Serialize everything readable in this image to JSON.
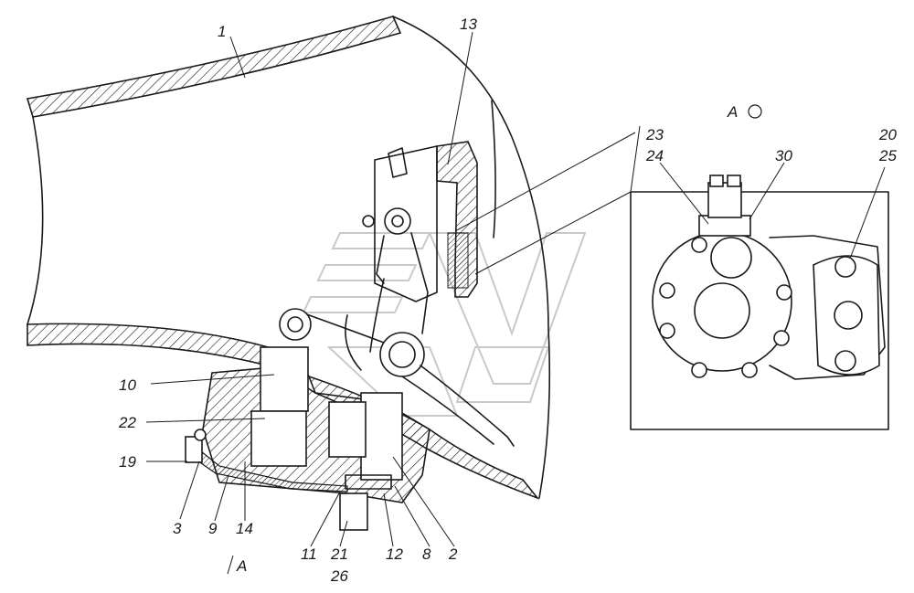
{
  "diagram": {
    "callouts": {
      "c1": "1",
      "c13": "13",
      "c23": "23",
      "c24": "24",
      "c30": "30",
      "c20": "20",
      "c25": "25",
      "c10": "10",
      "c22": "22",
      "c19": "19",
      "c3": "3",
      "c9": "9",
      "c14": "14",
      "c11": "11",
      "c21": "21",
      "c26": "26",
      "c12": "12",
      "c8": "8",
      "c2": "2",
      "viewA": "A",
      "sectionA": "A"
    }
  }
}
